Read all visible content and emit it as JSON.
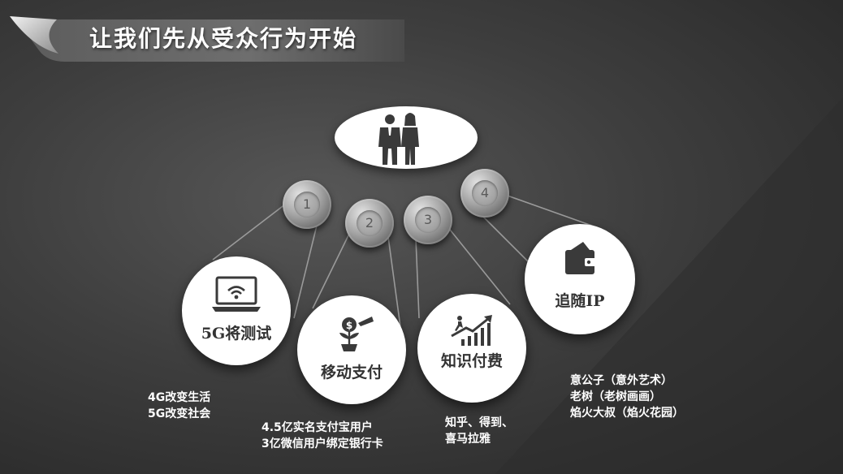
{
  "slide": {
    "title": "让我们先从受众行为开始"
  },
  "badges": [
    {
      "number": "1"
    },
    {
      "number": "2"
    },
    {
      "number": "3"
    },
    {
      "number": "4"
    }
  ],
  "nodes": [
    {
      "label": "5G将测试",
      "icon": "laptop-wifi-icon"
    },
    {
      "label": "移动支付",
      "icon": "money-plant-watering-icon"
    },
    {
      "label": "知识付费",
      "icon": "growth-chart-runner-icon"
    },
    {
      "label": "追随IP",
      "icon": "wallet-icon"
    }
  ],
  "top_icon": "businessman-businesswoman-icon",
  "captions": [
    {
      "line1": "4G改变生活",
      "line2": "5G改变社会"
    },
    {
      "line1": "4.5亿实名支付宝用户",
      "line2": "3亿微信用户绑定银行卡"
    },
    {
      "line1": "知乎、得到、",
      "line2": "喜马拉雅"
    },
    {
      "line1": "意公子（意外艺术）",
      "line2": "老树（老树画画）",
      "line3": "焰火大叔（焰火花园）"
    }
  ]
}
